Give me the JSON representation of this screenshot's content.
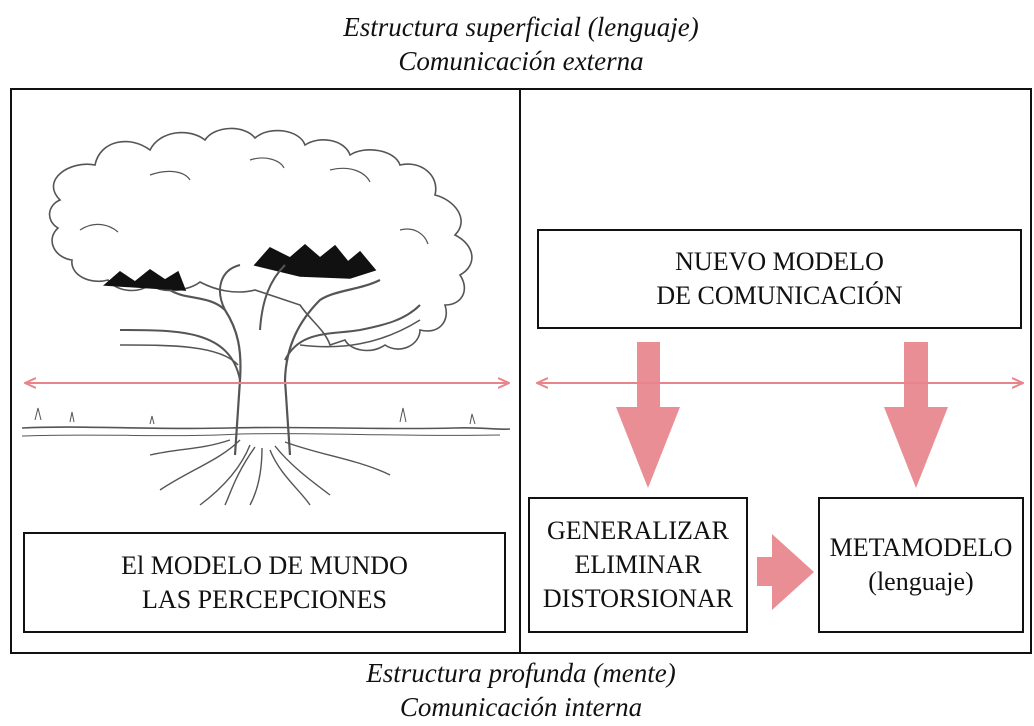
{
  "top_band": {
    "line1": "Estructura superficial (lenguaje)",
    "line2": "Comunicación externa"
  },
  "bottom_band": {
    "line1": "Estructura profunda (mente)",
    "line2": "Comunicación interna"
  },
  "boxes": {
    "world": {
      "line1": "El MODELO DE MUNDO",
      "line2": "LAS PERCEPCIONES"
    },
    "new_model": {
      "line1": "NUEVO MODELO",
      "line2": "DE COMUNICACIÓN"
    },
    "filters": {
      "line1": "GENERALIZAR",
      "line2": "ELIMINAR",
      "line3": "DISTORSIONAR"
    },
    "metamodel": {
      "line1": "METAMODELO",
      "line2": "(lenguaje)"
    }
  },
  "colors": {
    "arrow": "#e8848c",
    "line": "#111111",
    "tree": "#555555"
  },
  "icons": {
    "tree": "tree-with-roots-illustration"
  }
}
